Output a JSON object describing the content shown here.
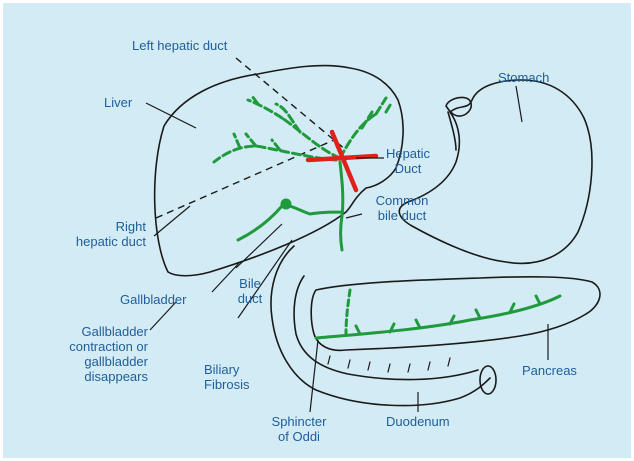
{
  "colors": {
    "background": "#d3ebf5",
    "border": "#ffffff",
    "outline": "#1a1a1a",
    "duct_green": "#1f9a3c",
    "obstruction_red": "#e0211b",
    "label_blue": "#1f5e9a"
  },
  "icons": {
    "obstruction": "red-x-mark"
  },
  "labels": {
    "left_hepatic_duct": "Left hepatic duct",
    "liver": "Liver",
    "stomach": "Stomach",
    "hepatic_duct": "Hepatic\nDuct",
    "common_bile_duct": "Common\nbile duct",
    "right_hepatic_duct": "Right\nhepatic duct",
    "bile_duct": "Bile\nduct",
    "gallbladder": "Gallbladder",
    "gallbladder_contraction": "Gallbladder\ncontraction or\ngallbladder\ndisappears",
    "biliary_fibrosis": "Biliary\nFibrosis",
    "pancreas": "Pancreas",
    "sphincter_of_oddi": "Sphincter\nof Oddi",
    "duodenum": "Duodenum"
  }
}
